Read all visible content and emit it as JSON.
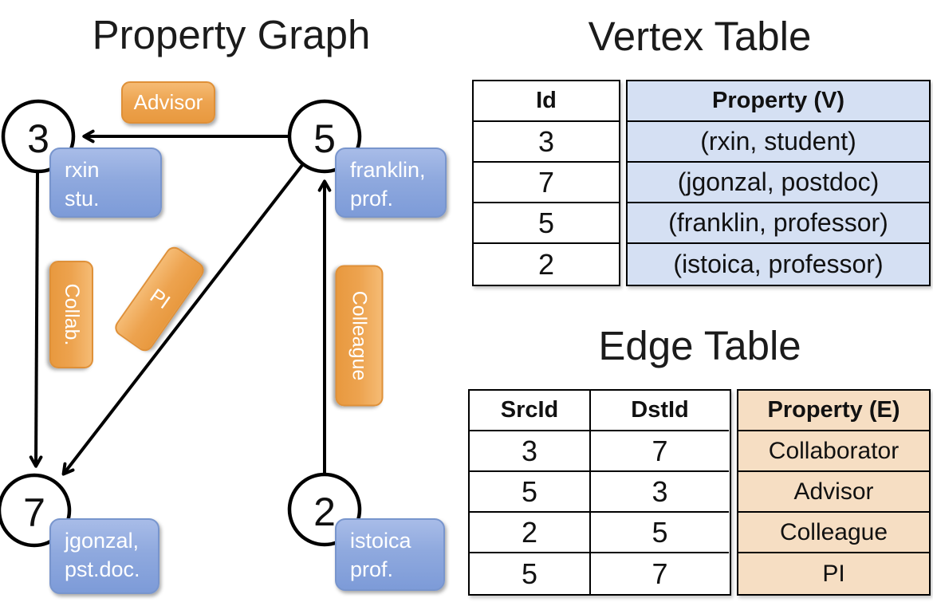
{
  "colors": {
    "edge_line": "#000000",
    "node_fill": "#ffffff",
    "vertex_box_blue": "#8fa9de",
    "edge_label_orange": "#eda34f",
    "vertex_table_fill": "#d5e0f3",
    "edge_table_fill": "#f6dec3"
  },
  "graph": {
    "title": "Property Graph",
    "nodes": [
      {
        "id": "3",
        "prop_line1": "rxin",
        "prop_line2": "stu."
      },
      {
        "id": "5",
        "prop_line1": "franklin,",
        "prop_line2": "prof."
      },
      {
        "id": "7",
        "prop_line1": "jgonzal,",
        "prop_line2": "pst.doc."
      },
      {
        "id": "2",
        "prop_line1": "istoica",
        "prop_line2": "prof."
      }
    ],
    "edge_labels": {
      "advisor": "Advisor",
      "collab": "Collab.",
      "pi": "PI",
      "colleague": "Colleague"
    }
  },
  "vertex_table": {
    "title": "Vertex Table",
    "columns": {
      "id": "Id",
      "property": "Property (V)"
    },
    "rows": [
      {
        "id": "3",
        "property": "(rxin, student)"
      },
      {
        "id": "7",
        "property": "(jgonzal, postdoc)"
      },
      {
        "id": "5",
        "property": "(franklin, professor)"
      },
      {
        "id": "2",
        "property": "(istoica, professor)"
      }
    ]
  },
  "edge_table": {
    "title": "Edge Table",
    "columns": {
      "src": "SrcId",
      "dst": "DstId",
      "property": "Property (E)"
    },
    "rows": [
      {
        "src": "3",
        "dst": "7",
        "property": "Collaborator"
      },
      {
        "src": "5",
        "dst": "3",
        "property": "Advisor"
      },
      {
        "src": "2",
        "dst": "5",
        "property": "Colleague"
      },
      {
        "src": "5",
        "dst": "7",
        "property": "PI"
      }
    ]
  }
}
